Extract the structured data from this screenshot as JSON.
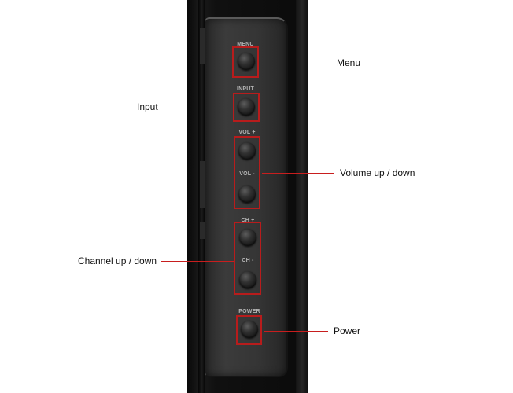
{
  "panel": {
    "buttons": {
      "menu": "MENU",
      "input": "INPUT",
      "vol_up": "VOL +",
      "vol_down": "VOL -",
      "ch_up": "CH +",
      "ch_down": "CH -",
      "power": "POWER"
    }
  },
  "callouts": {
    "menu": "Menu",
    "input": "Input",
    "volume": "Volume up / down",
    "channel": "Channel up / down",
    "power": "Power"
  },
  "colors": {
    "highlight": "#b81c1c",
    "leader_line": "#c81e1e",
    "panel": "#353535",
    "button_label": "#b4b4b4"
  }
}
